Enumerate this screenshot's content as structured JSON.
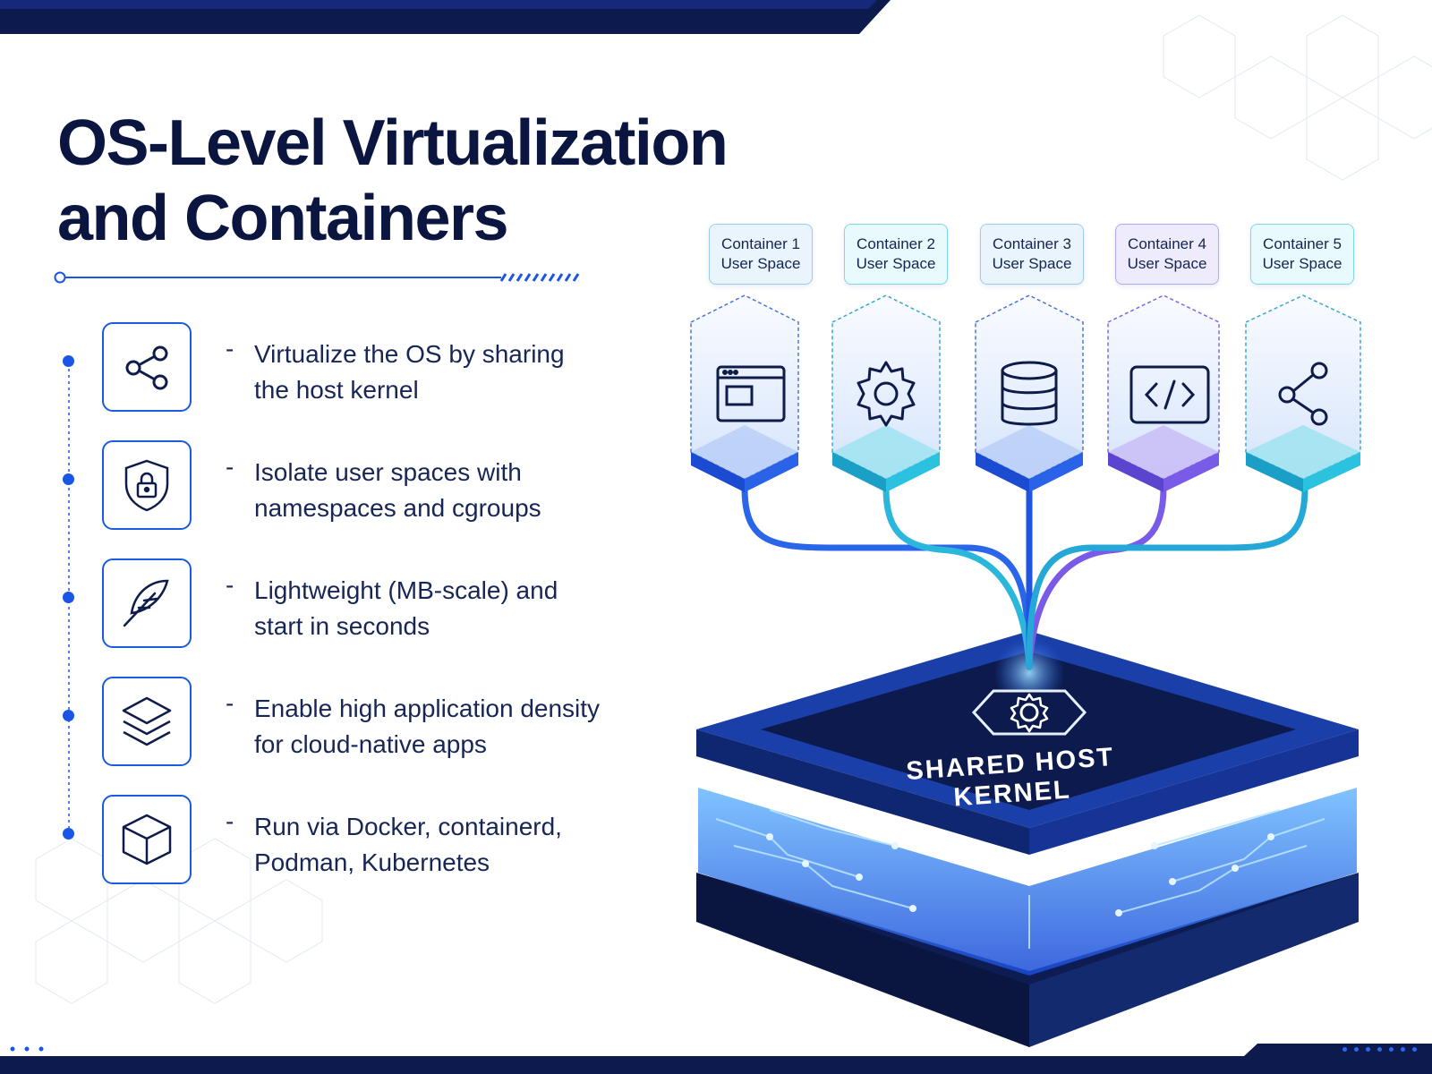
{
  "title": {
    "line1": "OS-Level Virtualization",
    "line2": "and Containers"
  },
  "features": [
    {
      "icon": "share-icon",
      "dash": "-",
      "text": "Virtualize the OS by sharing the host kernel"
    },
    {
      "icon": "shield-lock-icon",
      "dash": "-",
      "text": "Isolate user spaces with namespaces and cgroups"
    },
    {
      "icon": "feather-icon",
      "dash": "-",
      "text": "Lightweight (MB-scale) and start in seconds"
    },
    {
      "icon": "layers-icon",
      "dash": "-",
      "text": "Enable high application density for cloud-native apps"
    },
    {
      "icon": "cube-icon",
      "dash": "-",
      "text": "Run via Docker, containerd, Podman, Kubernetes"
    }
  ],
  "containers": [
    {
      "line1": "Container 1",
      "line2": "User Space",
      "icon": "browser-window-icon",
      "color": "#1f55e0"
    },
    {
      "line1": "Container 2",
      "line2": "User Space",
      "icon": "gear-icon",
      "color": "#22b8d8"
    },
    {
      "line1": "Container 3",
      "line2": "User Space",
      "icon": "database-icon",
      "color": "#1f55e0"
    },
    {
      "line1": "Container 4",
      "line2": "User Space",
      "icon": "code-icon",
      "color": "#7a5be8"
    },
    {
      "line1": "Container 5",
      "line2": "User Space",
      "icon": "share-icon",
      "color": "#20b0d0"
    }
  ],
  "kernel": {
    "label": "SHARED HOST KERNEL",
    "icon": "gear-icon"
  },
  "colors": {
    "navy": "#0a1640",
    "accent_blue": "#1a56e6",
    "cyan": "#22b8d8",
    "violet": "#7a5be8"
  }
}
